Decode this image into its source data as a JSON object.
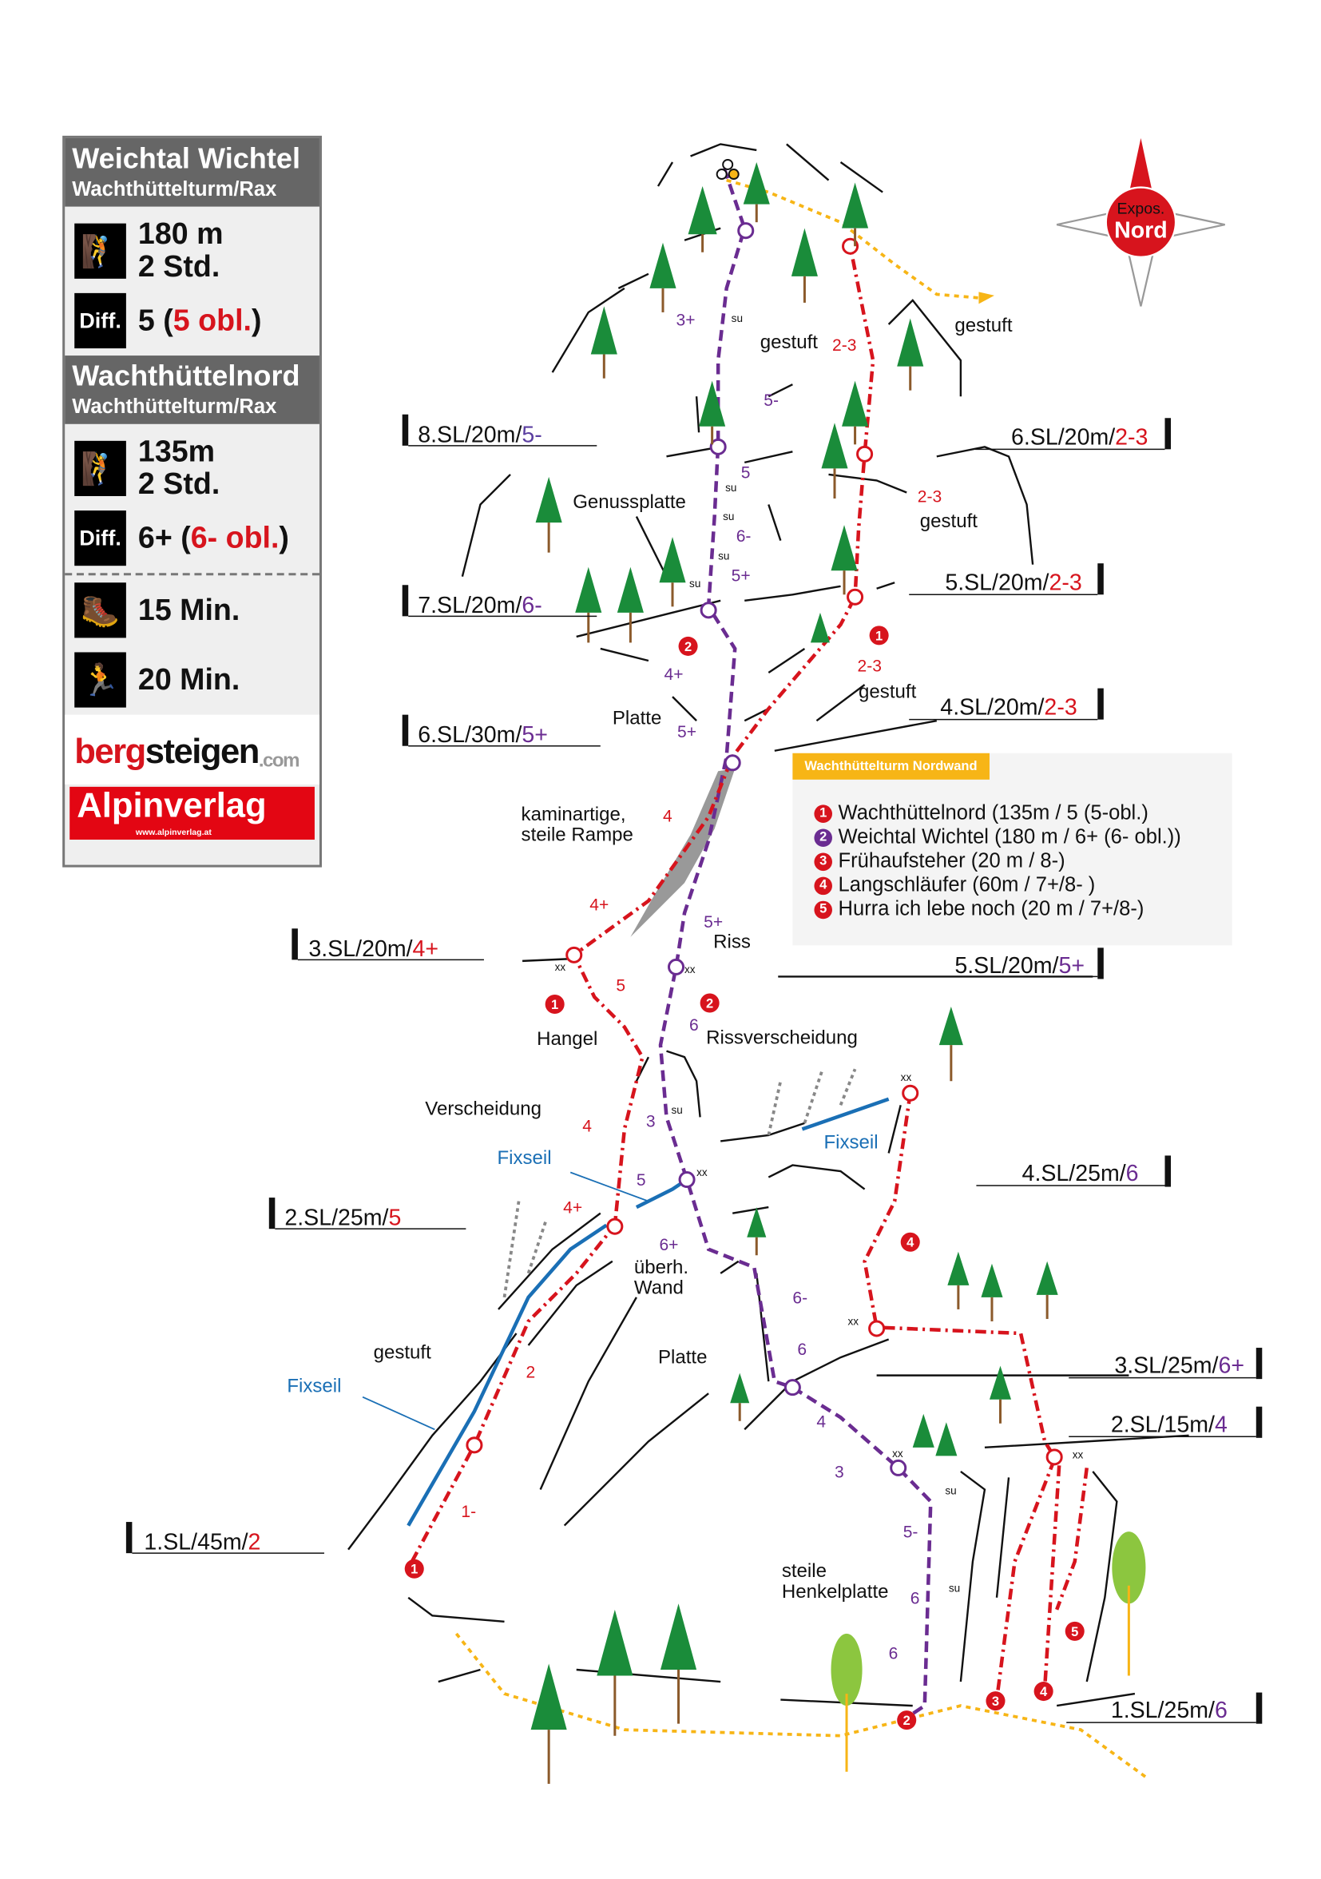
{
  "colors": {
    "route_red": "#d7141d",
    "route_purple": "#6a2c91",
    "fixrope_blue": "#1a6fb5",
    "approach_yellow": "#f7b516",
    "panel_grey": "#666666"
  },
  "panel": {
    "route1": {
      "title": "Weichtal Wichtel",
      "subtitle": "Wachthüttelturm/Rax",
      "length": "180 m",
      "time": "2 Std.",
      "diff_label": "Diff.",
      "grade": "5 (",
      "grade_obl": "5 obl.",
      "grade_end": ")"
    },
    "route2": {
      "title": "Wachthüttelnord",
      "subtitle": "Wachthüttelturm/Rax",
      "length": "135m",
      "time": "2 Std.",
      "diff_label": "Diff.",
      "grade": "6+ (",
      "grade_obl": "6- obl.",
      "grade_end": ")"
    },
    "approach": "15 Min.",
    "descent": "20 Min.",
    "logo_bergsteigen": {
      "a": "berg",
      "b": "steigen",
      "c": ".com"
    },
    "logo_alpinverlag": {
      "name": "Alpinverlag",
      "url": "www.alpinverlag.at"
    }
  },
  "compass": {
    "line1": "Expos.",
    "line2": "Nord"
  },
  "legend": {
    "title": "Wachthüttelturm Nordwand",
    "routes": [
      {
        "n": "1",
        "text": "Wachthüttelnord (135m / 5 (5-obl.)",
        "color": "#d7141d"
      },
      {
        "n": "2",
        "text": "Weichtal Wichtel (180 m / 6+ (6- obl.))",
        "color": "#6a2c91"
      },
      {
        "n": "3",
        "text": "Frühaufsteher (20 m / 8-)",
        "color": "#d7141d"
      },
      {
        "n": "4",
        "text": "Langschläufer (60m / 7+/8- )",
        "color": "#d7141d"
      },
      {
        "n": "5",
        "text": "Hurra ich lebe noch (20 m / 7+/8-)",
        "color": "#d7141d"
      }
    ]
  },
  "pitches": [
    {
      "base": "8.SL/20m/",
      "grade": "5-",
      "route": "purple"
    },
    {
      "base": "7.SL/20m/",
      "grade": "6-",
      "route": "purple"
    },
    {
      "base": "6.SL/30m/",
      "grade": "5+",
      "route": "purple"
    },
    {
      "base": "3.SL/20m/",
      "grade": "4+",
      "route": "red"
    },
    {
      "base": "2.SL/25m/",
      "grade": "5",
      "route": "red"
    },
    {
      "base": "1.SL/45m/",
      "grade": "2",
      "route": "red"
    },
    {
      "base": "6.SL/20m/",
      "grade": "2-3",
      "route": "red"
    },
    {
      "base": "5.SL/20m/",
      "grade": "2-3",
      "route": "red"
    },
    {
      "base": "4.SL/20m/",
      "grade": "2-3",
      "route": "red"
    },
    {
      "base": "5.SL/20m/",
      "grade": "5+",
      "route": "purple"
    },
    {
      "base": "4.SL/25m/",
      "grade": "6",
      "route": "purple"
    },
    {
      "base": "3.SL/25m/",
      "grade": "6+",
      "route": "purple"
    },
    {
      "base": "2.SL/15m/",
      "grade": "4",
      "route": "purple"
    },
    {
      "base": "1.SL/25m/",
      "grade": "6",
      "route": "purple"
    }
  ],
  "terrain": {
    "gestuft": "gestuft",
    "genussplatte": "Genussplatte",
    "platte": "Platte",
    "rampe1": "kaminartige,",
    "rampe2": "steile Rampe",
    "riss": "Riss",
    "hangel": "Hangel",
    "rissverscheidung": "Rissverscheidung",
    "verscheidung": "Verscheidung",
    "fixseil": "Fixseil",
    "wand1": "überh.",
    "wand2": "Wand",
    "henkel1": "steile",
    "henkel2": "Henkelplatte",
    "su": "su",
    "xx": "xx"
  },
  "grades_purple": [
    "3+",
    "5-",
    "5",
    "6-",
    "5+",
    "4+",
    "5+",
    "5+",
    "6",
    "3",
    "5",
    "6+",
    "6-",
    "6",
    "4",
    "3",
    "5-",
    "6",
    "6"
  ],
  "grades_red": [
    "2-3",
    "2-3",
    "2-3",
    "4",
    "4+",
    "5",
    "4",
    "4+",
    "2",
    "1-"
  ],
  "markers": [
    "1",
    "2",
    "3",
    "4",
    "5"
  ]
}
